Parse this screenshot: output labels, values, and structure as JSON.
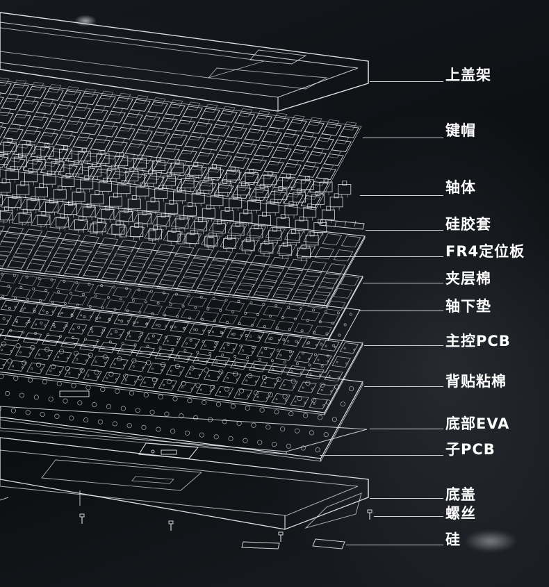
{
  "components": [
    {
      "label": "上盖架"
    },
    {
      "label": "键帽"
    },
    {
      "label": "轴体"
    },
    {
      "label": "硅胶套"
    },
    {
      "label": "FR4定位板"
    },
    {
      "label": "夹层棉"
    },
    {
      "label": "轴下垫"
    },
    {
      "label": "主控PCB"
    },
    {
      "label": "背贴粘棉"
    },
    {
      "label": "底部EVA"
    },
    {
      "label": "子PCB"
    },
    {
      "label": "底盖"
    },
    {
      "label": "螺丝"
    },
    {
      "label": "硅"
    }
  ],
  "colors": {
    "background": "#0d0f12",
    "linework": "#e6e9ee",
    "label_text": "#ffffff"
  }
}
